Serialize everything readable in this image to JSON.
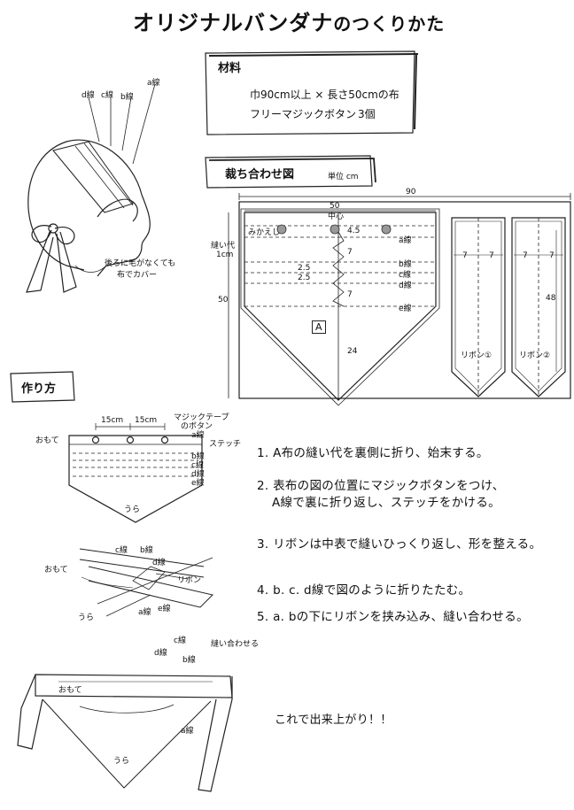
{
  "title": {
    "main": "オリジナルバンダナ",
    "rest": "のつくりかた"
  },
  "materials": {
    "heading": "材料",
    "line1": "巾90cm以上 × 長さ50cmの布",
    "line2": "フリーマジックボタン",
    "qty": "3個"
  },
  "head_figure": {
    "lines": [
      "d線",
      "c線",
      "b線",
      "a線"
    ],
    "note1": "後ろに毛がなくても",
    "note2": "布でカバー"
  },
  "cutting": {
    "heading": "裁ち合わせ図",
    "unit": "単位 cm",
    "width_total": "90",
    "width_piece": "50",
    "center": "中心",
    "mikaeshi": "みかえし",
    "seam": "縫い代",
    "seam_size": "1cm",
    "height": "50",
    "dims": [
      "4.5",
      "7",
      "2.5",
      "2.5",
      "7",
      "24"
    ],
    "line_labels": [
      "a線",
      "b線",
      "c線",
      "d線",
      "e線"
    ],
    "piece_label": "A",
    "ribbon_dims": [
      "7",
      "7",
      "7",
      "7"
    ],
    "ribbon_length": "48",
    "ribbon1": "リボン①",
    "ribbon2": "リボン②"
  },
  "howto": {
    "heading": "作り方",
    "fig1": {
      "spacing1": "15cm",
      "spacing2": "15cm",
      "button": "マジックテープ",
      "button2": "のボタン",
      "stitch": "ステッチ",
      "omote": "おもて",
      "ura": "うら",
      "lines": [
        "a線",
        "b線",
        "c線",
        "d線",
        "e線"
      ]
    },
    "fig2": {
      "c": "c線",
      "b": "b線",
      "d": "d線",
      "ribbon": "リボン",
      "omote": "おもて",
      "ura": "うら",
      "a": "a線",
      "e": "e線"
    },
    "fig3": {
      "c": "c線",
      "d": "d線",
      "b": "b線",
      "sew": "縫い合わせる",
      "omote": "おもて",
      "a": "a線",
      "ura": "うら"
    }
  },
  "steps": [
    "1. A布の縫い代を裏側に折り、始末する。",
    "2. 表布の図の位置にマジックボタンをつけ、",
    "A線で裏に折り返し、ステッチをかける。",
    "3. リボンは中表で縫いひっくり返し、形を整える。",
    "4. b. c. d線で図のように折りたたむ。",
    "5. a. bの下にリボンを挟み込み、縫い合わせる。"
  ],
  "done": "これで出来上がり！！"
}
